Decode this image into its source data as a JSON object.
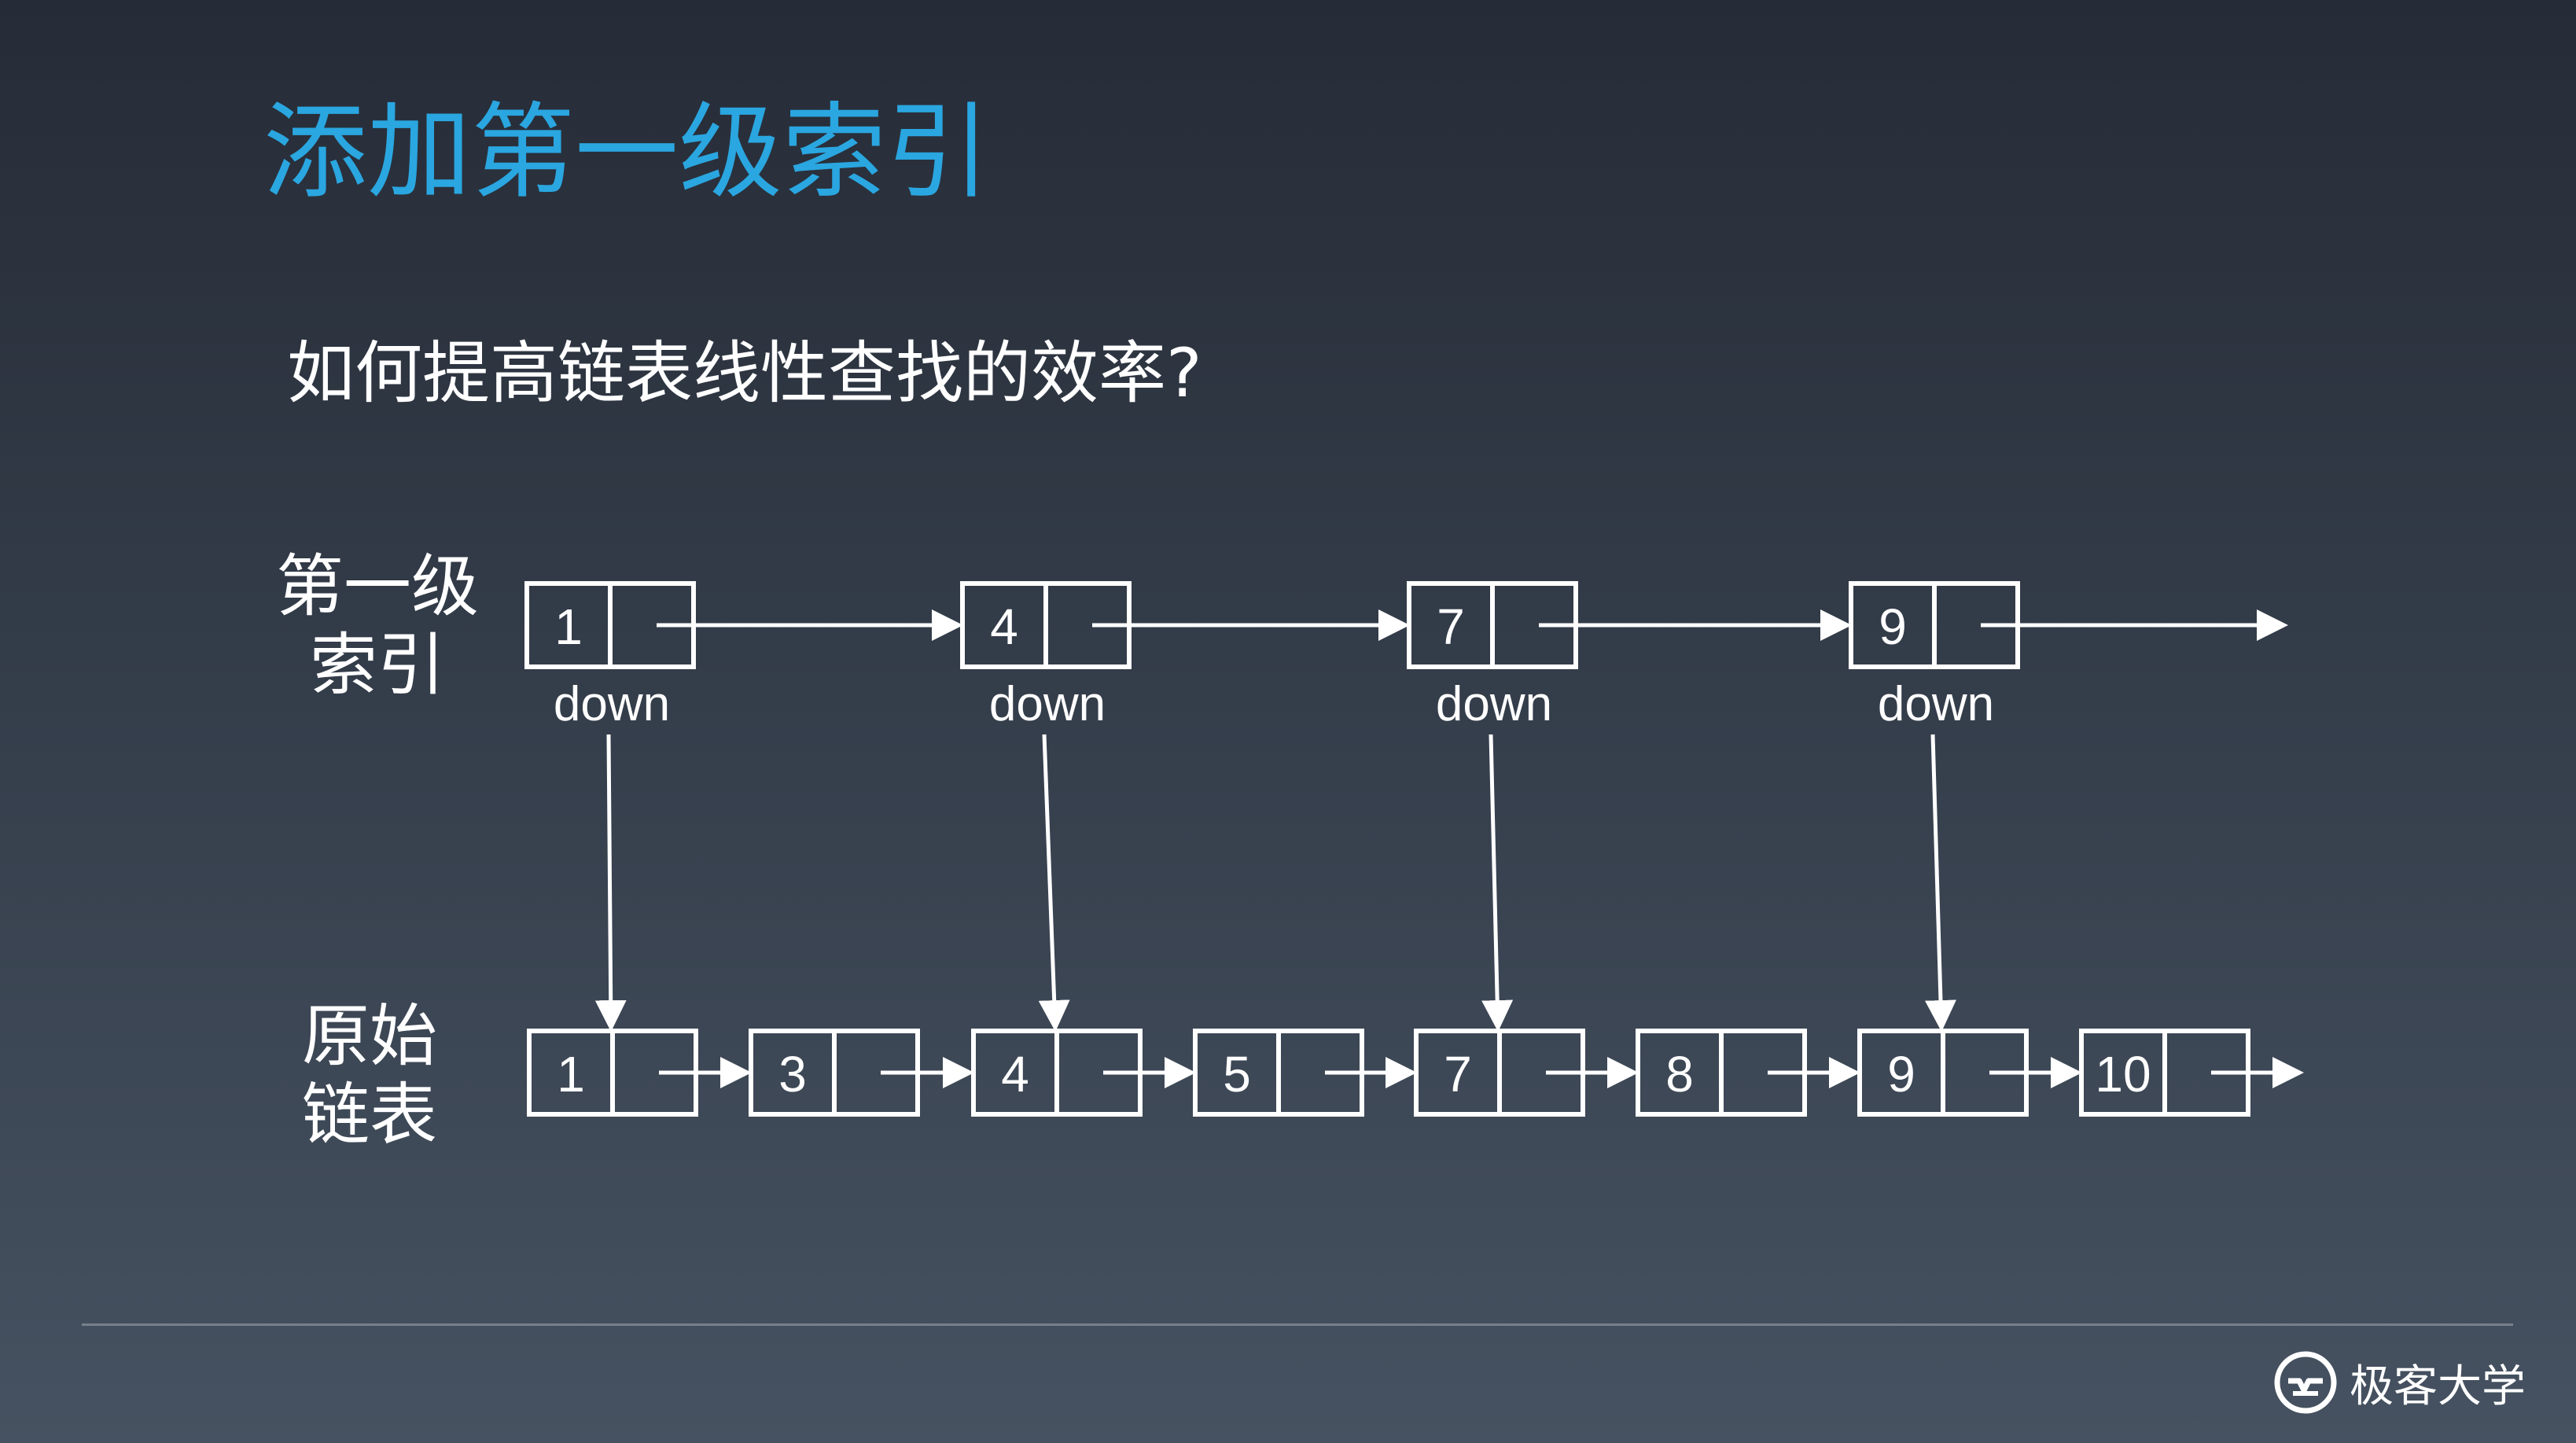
{
  "title": "添加第一级索引",
  "question": "如何提高链表线性查找的效率?",
  "labels": {
    "index_line1": "第一级",
    "index_line2": "索引",
    "base_line1": "原始",
    "base_line2": "链表"
  },
  "index_nodes": [
    "1",
    "4",
    "7",
    "9"
  ],
  "base_nodes": [
    "1",
    "3",
    "4",
    "5",
    "7",
    "8",
    "9",
    "10"
  ],
  "down_label": "down",
  "down_links": [
    0,
    2,
    4,
    6
  ],
  "brand": {
    "name": "极客大学",
    "logo_icon": "geektime-logo-icon"
  },
  "colors": {
    "title": "#2aa6e0",
    "text": "#ffffff",
    "line": "#ffffff"
  }
}
